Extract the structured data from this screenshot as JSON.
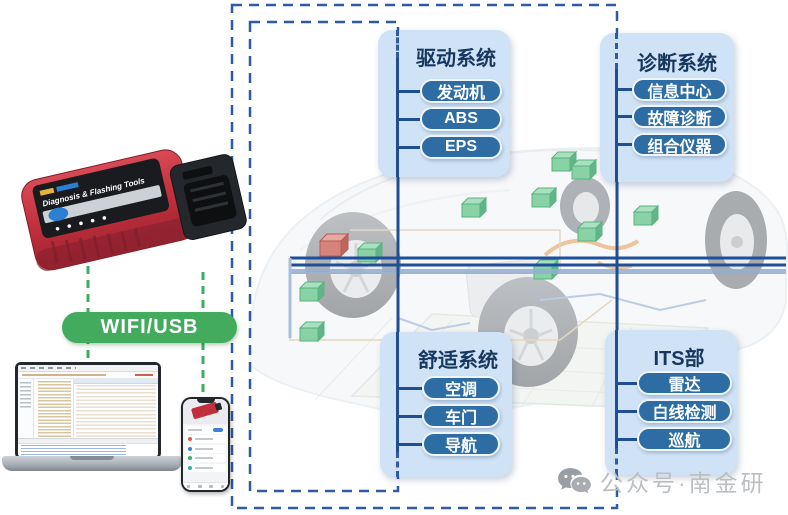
{
  "groups": [
    {
      "title": "驱动系统",
      "items": [
        "发动机",
        "ABS",
        "EPS"
      ]
    },
    {
      "title": "诊断系统",
      "items": [
        "信息中心",
        "故障诊断",
        "组合仪器"
      ]
    },
    {
      "title": "舒适系统",
      "items": [
        "空调",
        "车门",
        "导航"
      ]
    },
    {
      "title": "ITS部",
      "items": [
        "雷达",
        "白线检测",
        "巡航"
      ]
    }
  ],
  "connection": {
    "label": "WIFI/USB"
  },
  "device": {
    "label": "Diagnosis & Flashing Tools"
  },
  "watermark": {
    "text": "公众号·南金研"
  },
  "colors": {
    "panel_bg": "#cfe2f6",
    "panel_title": "#17375e",
    "pill_bg": "#2e6da4",
    "bus_line": "#1d4f9c",
    "bus_band": "#93aed6",
    "dashed_box": "#2e5ba6",
    "connector_green": "#3dae60",
    "banner_green": "#43ab5e",
    "ecu_node_green": "#88d2a5",
    "ecu_node_red": "#d5837b",
    "device_red": "#c22f3c"
  }
}
